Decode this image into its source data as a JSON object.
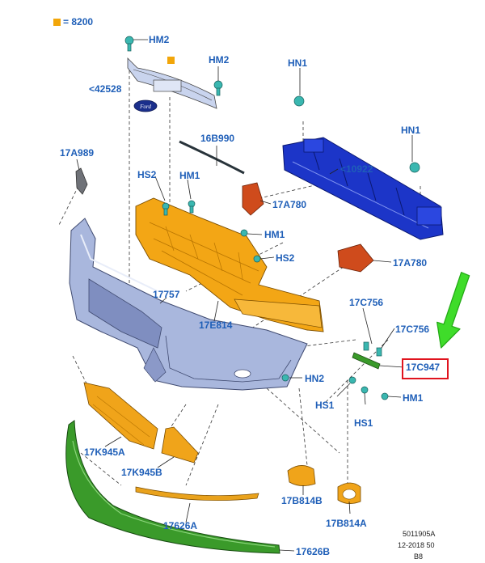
{
  "colors": {
    "label": "#1f5fb8",
    "marker": "#f2a60a",
    "callout": "#e0141e",
    "arrow": "#3fdc2a",
    "bumper": "#a9b7dd",
    "reinforcement": "#1c35c8",
    "absorber": "#f3a615",
    "bracket": "#cf4b1c",
    "lip": "#3a9a2a",
    "clip": "#3ab7b0"
  },
  "icons": [
    "square-marker-icon",
    "push-pin-icon",
    "bolt-icon",
    "clip-icon",
    "ford-oval-icon",
    "pointer-arrow-icon"
  ],
  "marker_legend": "8200",
  "parts": [
    {
      "id": "hm2-a",
      "text": "HM2"
    },
    {
      "id": "hm2-b",
      "text": "HM2"
    },
    {
      "id": "oval",
      "text": "<42528"
    },
    {
      "id": "hn1-a",
      "text": "HN1"
    },
    {
      "id": "hn1-b",
      "text": "HN1"
    },
    {
      "id": "p17a989",
      "text": "17A989"
    },
    {
      "id": "p16b990",
      "text": "16B990"
    },
    {
      "id": "p10922",
      "text": "<10922"
    },
    {
      "id": "hs2-a",
      "text": "HS2"
    },
    {
      "id": "hm1-a",
      "text": "HM1"
    },
    {
      "id": "p17a780-a",
      "text": "17A780"
    },
    {
      "id": "hm1-b",
      "text": "HM1"
    },
    {
      "id": "hs2-b",
      "text": "HS2"
    },
    {
      "id": "p17a780-b",
      "text": "17A780"
    },
    {
      "id": "p17757",
      "text": "17757"
    },
    {
      "id": "p17e814",
      "text": "17E814"
    },
    {
      "id": "p17c756-a",
      "text": "17C756"
    },
    {
      "id": "p17c756-b",
      "text": "17C756"
    },
    {
      "id": "p17c947",
      "text": "17C947"
    },
    {
      "id": "hn2",
      "text": "HN2"
    },
    {
      "id": "hs1-a",
      "text": "HS1"
    },
    {
      "id": "hm1-c",
      "text": "HM1"
    },
    {
      "id": "hs1-b",
      "text": "HS1"
    },
    {
      "id": "p17k945a",
      "text": "17K945A"
    },
    {
      "id": "p17k945b",
      "text": "17K945B"
    },
    {
      "id": "p17b814b",
      "text": "17B814B"
    },
    {
      "id": "p17b814a",
      "text": "17B814A"
    },
    {
      "id": "p17626a",
      "text": "17626A"
    },
    {
      "id": "p17626b",
      "text": "17626B"
    }
  ],
  "highlighted_part": "17C947",
  "footer": {
    "code": "5011905A",
    "date": "12-2018 50",
    "page": "B8"
  }
}
